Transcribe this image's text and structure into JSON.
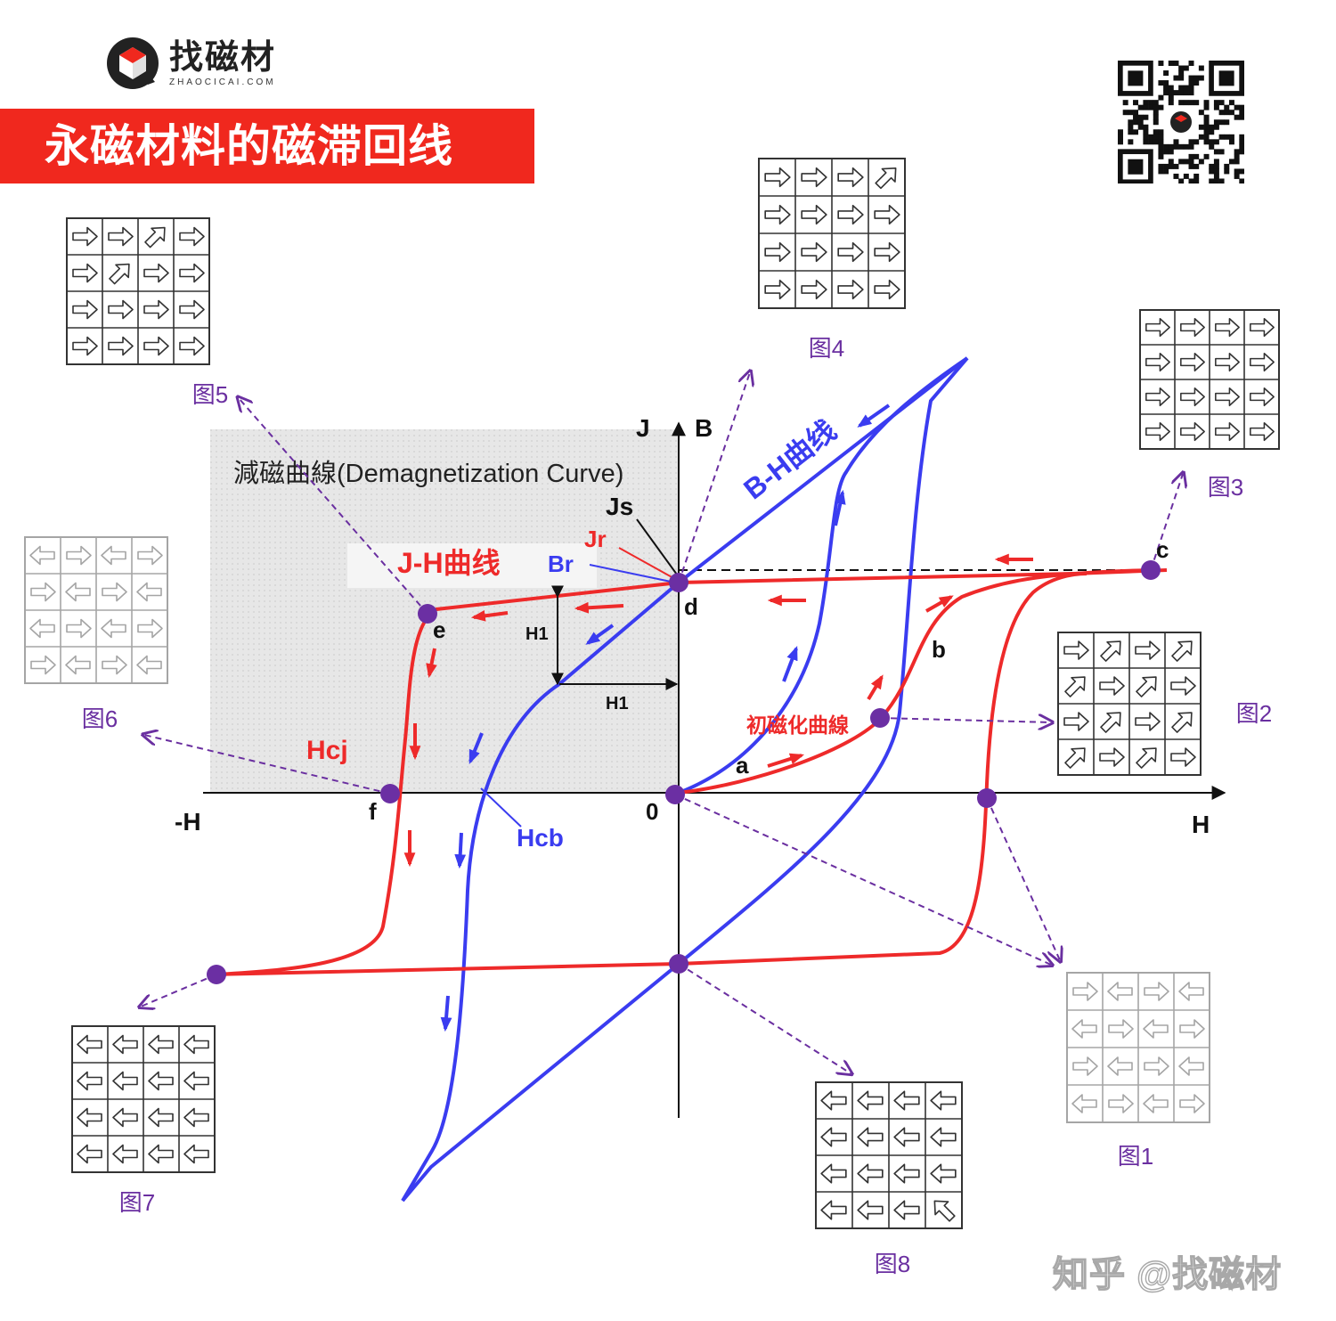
{
  "brand": {
    "logo": "zhaocicai-cube-logo",
    "name": "找磁材",
    "url": "ZHAOCICAI.COM"
  },
  "header": {
    "title": "永磁材料的磁滞回线"
  },
  "qr_icon": "qr-code-icon",
  "watermark": "知乎 @找磁材",
  "colors": {
    "red_curve": "#ee2a2a",
    "blue_curve": "#3a3cf0",
    "title_bg": "#f0281e",
    "point": "#6b2fa3",
    "panel_label": "#6a2fa0",
    "shade": "#e6e6e6"
  },
  "diagram": {
    "shade_label": "減磁曲線(Demagnetization Curve)",
    "axis_labels": {
      "j": "J",
      "b": "B",
      "neg_h": "-H",
      "h": "H",
      "origin": "0"
    },
    "curve_labels": {
      "jh": "J-H曲线",
      "bh": "B-H曲线",
      "initial": "初磁化曲線"
    },
    "point_labels": {
      "js": "Js",
      "jr": "Jr",
      "br": "Br",
      "hcj": "Hcj",
      "hcb": "Hcb",
      "h1_v": "H1",
      "h1_h": "H1",
      "a": "a",
      "b": "b",
      "c": "c",
      "d": "d",
      "e": "e",
      "f": "f"
    },
    "arrow_icon": "arrow-icon",
    "panels": [
      {
        "label": "图1",
        "dirs": [
          "R",
          "L",
          "R",
          "L",
          "L",
          "R",
          "L",
          "R",
          "R",
          "L",
          "R",
          "L",
          "L",
          "R",
          "L",
          "R"
        ],
        "light": true
      },
      {
        "label": "图2",
        "dirs": [
          "R",
          "UR",
          "R",
          "UR",
          "UR",
          "R",
          "UR",
          "R",
          "R",
          "UR",
          "R",
          "UR",
          "UR",
          "R",
          "UR",
          "R"
        ]
      },
      {
        "label": "图3",
        "dirs": [
          "R",
          "R",
          "R",
          "R",
          "R",
          "R",
          "R",
          "R",
          "R",
          "R",
          "R",
          "R",
          "R",
          "R",
          "R",
          "R"
        ]
      },
      {
        "label": "图4",
        "dirs": [
          "R",
          "R",
          "R",
          "UR",
          "R",
          "R",
          "R",
          "R",
          "R",
          "R",
          "R",
          "R",
          "R",
          "R",
          "R",
          "R"
        ]
      },
      {
        "label": "图5",
        "dirs": [
          "R",
          "R",
          "UR",
          "R",
          "R",
          "UR",
          "R",
          "R",
          "R",
          "R",
          "R",
          "R",
          "R",
          "R",
          "R",
          "R"
        ]
      },
      {
        "label": "图6",
        "dirs": [
          "L",
          "R",
          "L",
          "R",
          "R",
          "L",
          "R",
          "L",
          "L",
          "R",
          "L",
          "R",
          "R",
          "L",
          "R",
          "L"
        ],
        "light": true
      },
      {
        "label": "图7",
        "dirs": [
          "L",
          "L",
          "L",
          "L",
          "L",
          "L",
          "L",
          "L",
          "L",
          "L",
          "L",
          "L",
          "L",
          "L",
          "L",
          "L"
        ]
      },
      {
        "label": "图8",
        "dirs": [
          "L",
          "L",
          "L",
          "L",
          "L",
          "L",
          "L",
          "L",
          "L",
          "L",
          "L",
          "L",
          "L",
          "L",
          "L",
          "UL"
        ]
      }
    ]
  }
}
